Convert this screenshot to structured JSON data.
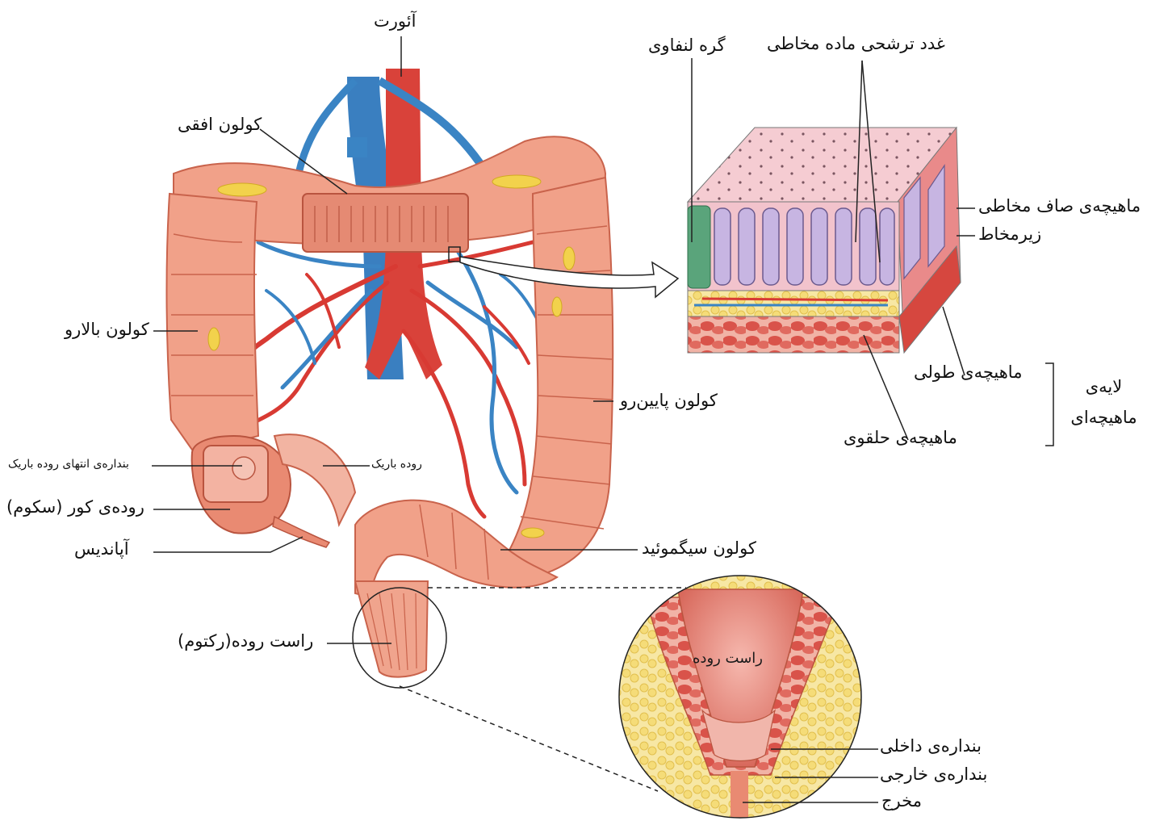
{
  "labels": {
    "aorta": "آئورت",
    "transverse_colon": "کولون افقی",
    "ascending_colon": "کولون بالارو",
    "descending_colon": "کولون پایین‌رو",
    "ileocecal_valve": "بنداره‌ی انتهای روده باریک",
    "small_intestine": "روده باریک",
    "cecum": "روده‌ی کور (سکوم)",
    "appendix": "آپاندیس",
    "sigmoid_colon": "کولون سیگموئید",
    "rectum": "راست روده(رکتوم)",
    "lymph_node": "گره لنفاوی",
    "mucus_glands": "غدد ترشحی ماده مخاطی",
    "muscularis_mucosae": "ماهیچه‌ی صاف مخاطی",
    "submucosa": "زیرمخاط",
    "longitudinal_muscle": "ماهیچه‌ی طولی",
    "circular_muscle": "ماهیچه‌ی حلقوی",
    "muscle_layer_line1": "لایه‌ی",
    "muscle_layer_line2": "ماهیچه‌ای",
    "rectum_inner": "راست روده",
    "internal_sphincter": "بنداره‌ی داخلی",
    "external_sphincter": "بنداره‌ی خارجی",
    "anus": "مخرج"
  },
  "colors": {
    "colon": "#f0a58c",
    "colon_dark": "#d9735b",
    "artery": "#d83a33",
    "vein": "#3a84c4",
    "fat": "#f2d24c",
    "mucosa": "#f4c6cf",
    "gland": "#b9a6d8",
    "lymph": "#5aa47b",
    "muscle": "#d9483f"
  }
}
